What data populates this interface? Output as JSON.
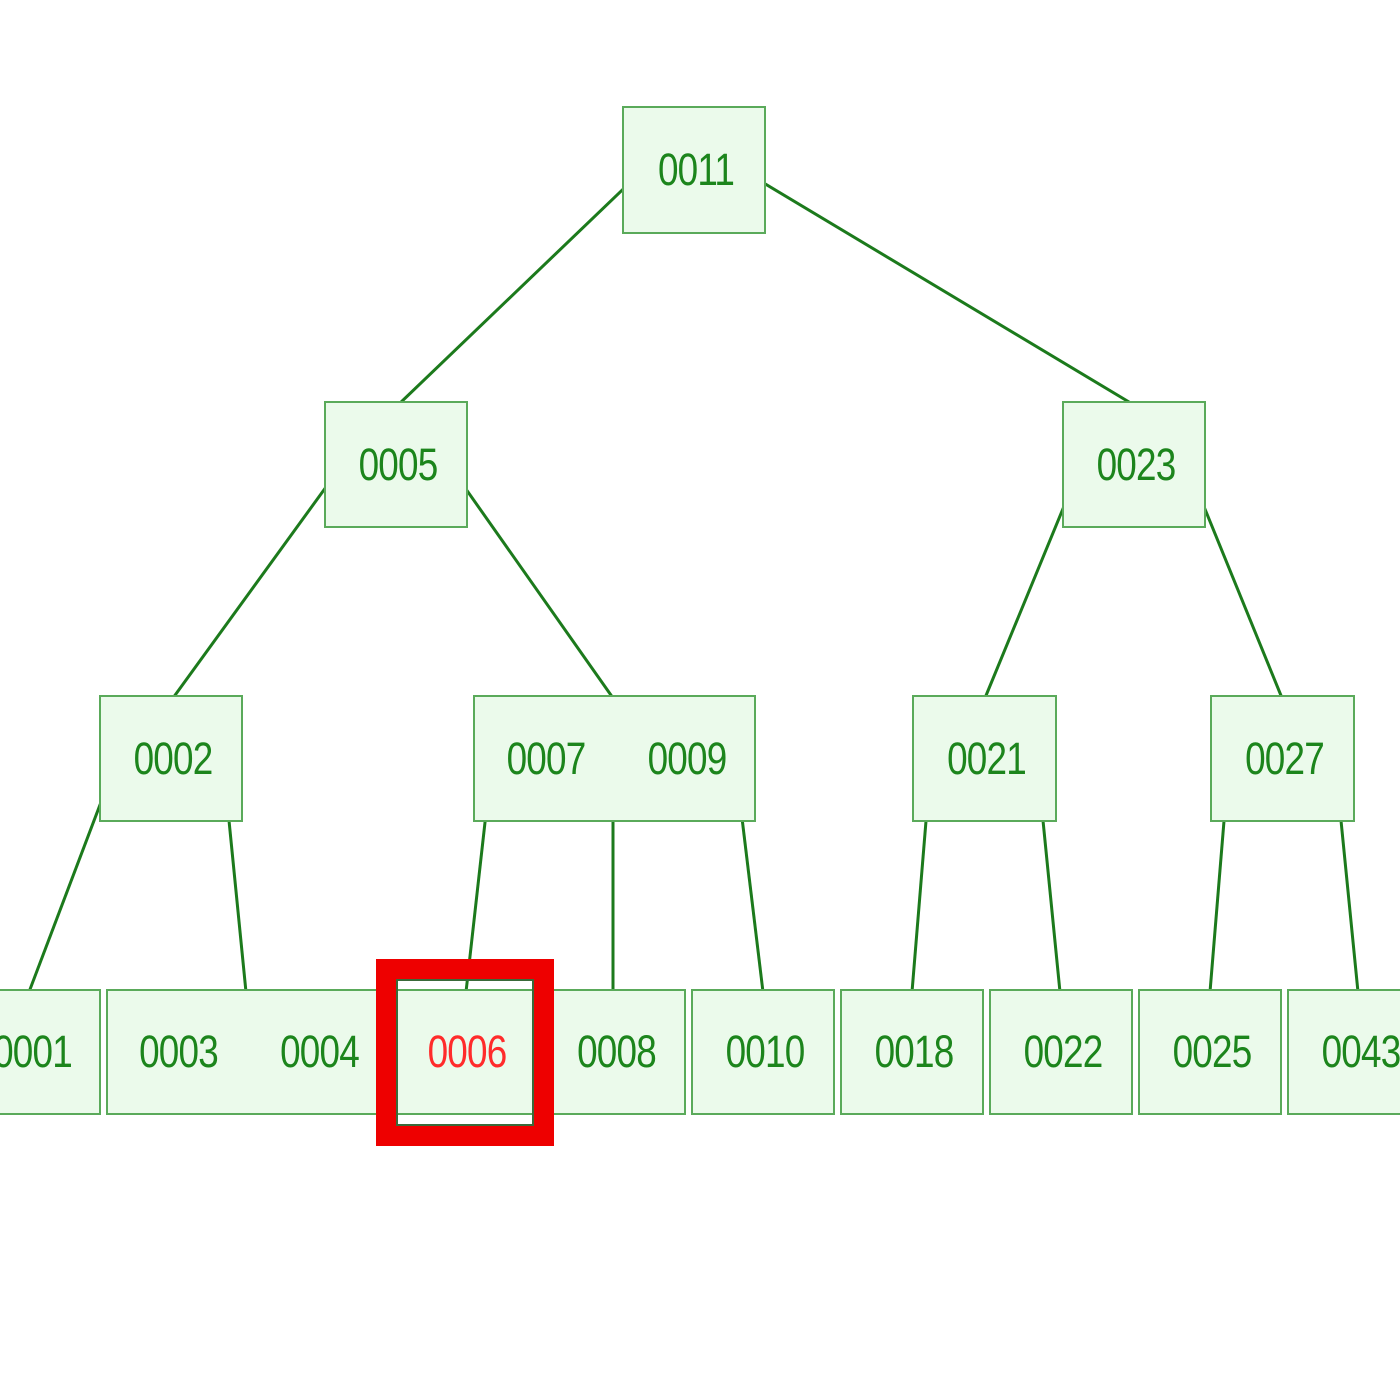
{
  "tree": {
    "root": {
      "keys": [
        "0011"
      ]
    },
    "level1": [
      {
        "keys": [
          "0005"
        ]
      },
      {
        "keys": [
          "0023"
        ]
      }
    ],
    "level2": [
      {
        "keys": [
          "0002"
        ]
      },
      {
        "keys": [
          "0007",
          "0009"
        ]
      },
      {
        "keys": [
          "0021"
        ]
      },
      {
        "keys": [
          "0027"
        ]
      }
    ],
    "leaves": [
      {
        "keys": [
          "0001"
        ]
      },
      {
        "keys": [
          "0003",
          "0004"
        ]
      },
      {
        "keys": [
          "0006"
        ]
      },
      {
        "keys": [
          "0008"
        ]
      },
      {
        "keys": [
          "0010"
        ]
      },
      {
        "keys": [
          "0018"
        ]
      },
      {
        "keys": [
          "0022"
        ]
      },
      {
        "keys": [
          "0025"
        ]
      },
      {
        "keys": [
          "0043"
        ]
      }
    ]
  },
  "highlight": {
    "key": "0006",
    "color": "#ee0000",
    "text_color": "#ff2b2b"
  },
  "colors": {
    "node_fill": "#ebfaeb",
    "node_border": "#5aaa5a",
    "edge": "#1c7a1c",
    "text": "#1c851c"
  }
}
